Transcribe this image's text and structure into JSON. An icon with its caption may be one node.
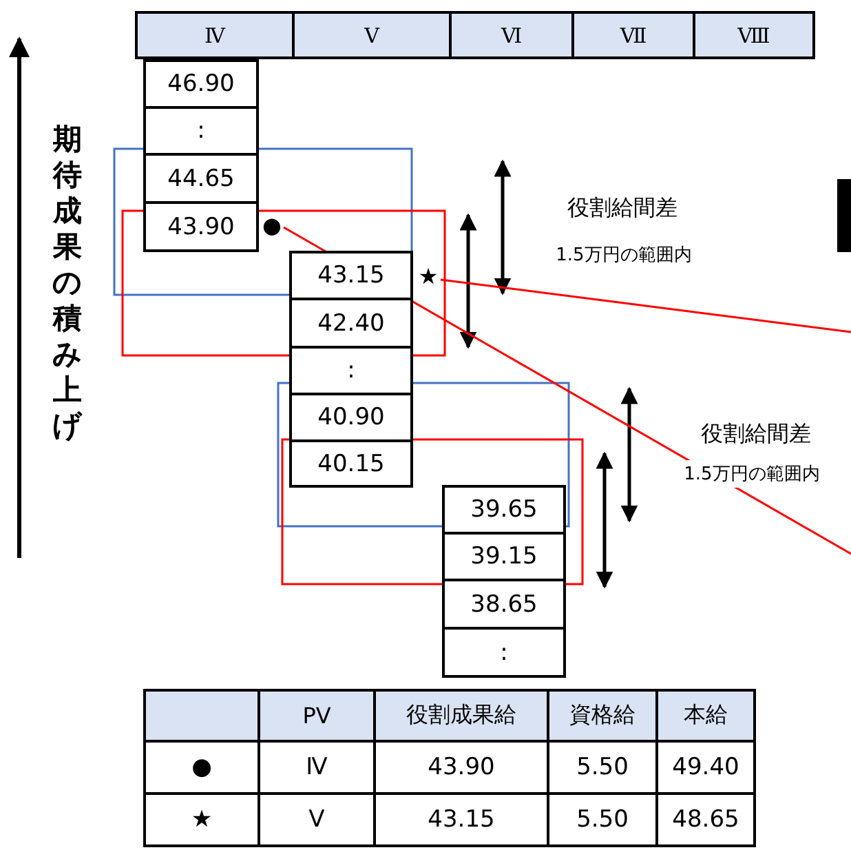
{
  "diagram": {
    "nodes": [
      {
        "text": [
          "●"
        ]
      },
      {
        "text": [
          "★"
        ]
      }
    ],
    "edges": [
      {
        "from": 0,
        "to": null,
        "arrow": "none"
      },
      {
        "from": 1,
        "to": null,
        "arrow": "none"
      }
    ],
    "labels": [
      "Ⅳ",
      "Ⅴ",
      "Ⅵ",
      "Ⅶ",
      "Ⅷ",
      "期待成果の積み上げ",
      "46.90",
      ":",
      "44.65",
      "43.90",
      "役割給間差",
      "1.5万円の範囲内",
      "43.15",
      "42.40",
      ":",
      "40.90",
      "40.15",
      "役割給間差",
      "1.5万円の範囲内",
      "39.65",
      "39.15",
      "38.65",
      ":",
      "PV",
      "役割成果給",
      "資格給",
      "本給",
      "●",
      "Ⅳ",
      "43.90",
      "5.50",
      "49.40",
      "★",
      "Ⅴ",
      "43.15",
      "5.50",
      "48.65"
    ]
  }
}
